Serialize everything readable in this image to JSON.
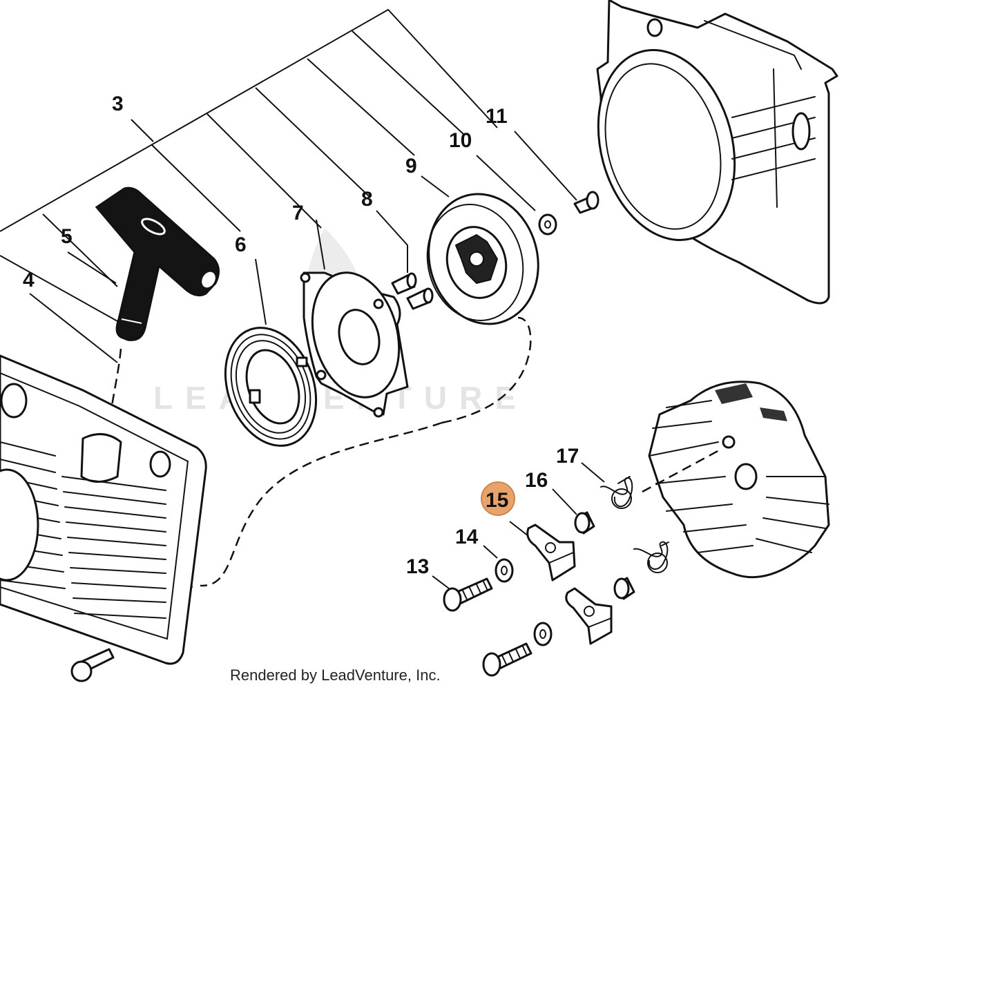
{
  "diagram": {
    "callouts": [
      "3",
      "4",
      "5",
      "6",
      "7",
      "8",
      "9",
      "10",
      "11",
      "13",
      "14",
      "15",
      "16",
      "17"
    ],
    "highlighted_callout": "15",
    "highlight_color": "#e8a36b",
    "watermark": "LEADVENTURE",
    "credit": "Rendered by LeadVenture, Inc."
  }
}
